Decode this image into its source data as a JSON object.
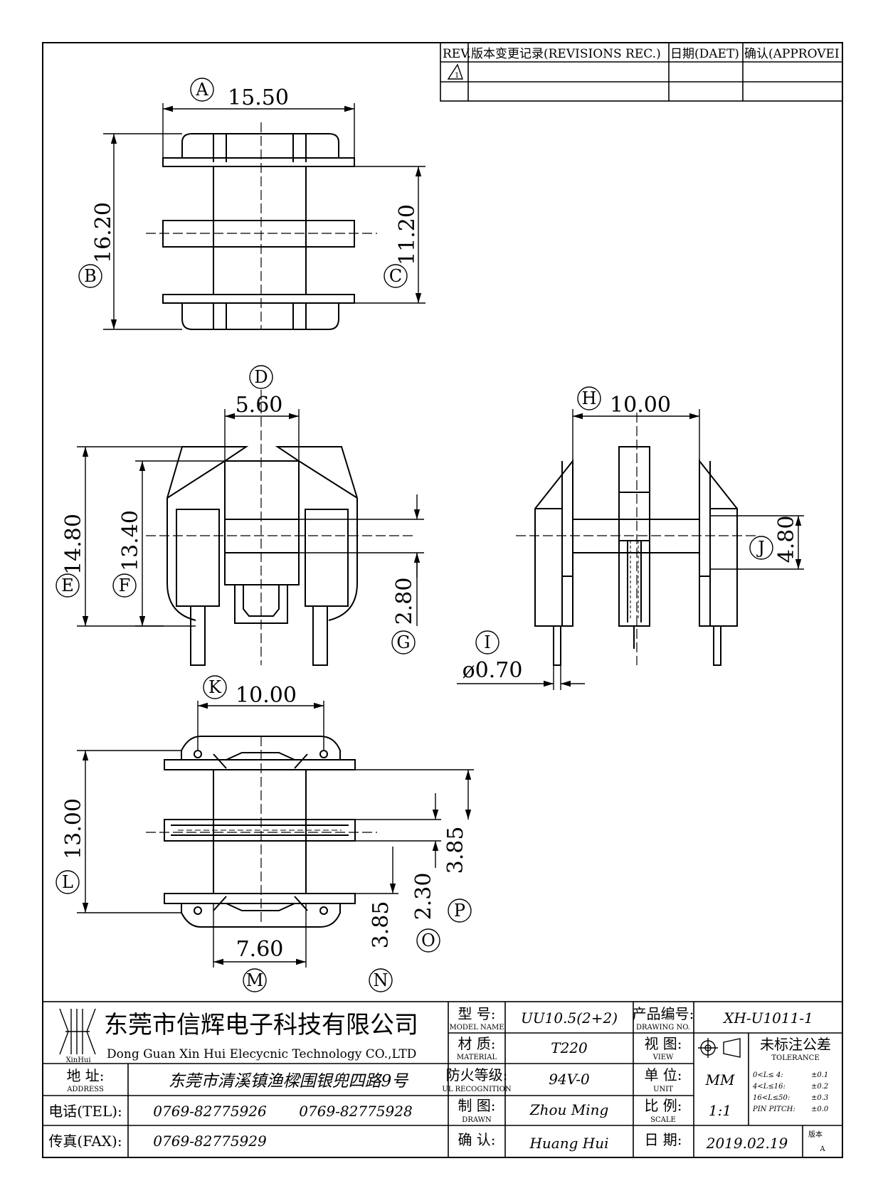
{
  "revisions": {
    "headers": [
      "REV.",
      "版本变更记录(REVISIONS REC.)",
      "日期(DAET)",
      "确认(APPROVEI"
    ],
    "rows": [
      {
        "rev": "1",
        "record": "",
        "date": "",
        "approve": ""
      }
    ]
  },
  "dimensions": {
    "A": {
      "letter": "A",
      "value": "15.50"
    },
    "B": {
      "letter": "B",
      "value": "16.20"
    },
    "C": {
      "letter": "C",
      "value": "11.20"
    },
    "D": {
      "letter": "D",
      "value": "5.60"
    },
    "E": {
      "letter": "E",
      "value": "14.80"
    },
    "F": {
      "letter": "F",
      "value": "13.40"
    },
    "G": {
      "letter": "G",
      "value": "2.80"
    },
    "H": {
      "letter": "H",
      "value": "10.00"
    },
    "I": {
      "letter": "I",
      "value": "ø0.70"
    },
    "J": {
      "letter": "J",
      "value": "4.80"
    },
    "K": {
      "letter": "K",
      "value": "10.00"
    },
    "L": {
      "letter": "L",
      "value": "13.00"
    },
    "M": {
      "letter": "M",
      "value": "7.60"
    },
    "N": {
      "letter": "N",
      "value": "3.85"
    },
    "O": {
      "letter": "O",
      "value": "2.30"
    },
    "P": {
      "letter": "P",
      "value": "3.85"
    }
  },
  "title_block": {
    "logo_text": "XinHui",
    "company_cn": "东莞市信辉电子科技有限公司",
    "company_en": "Dong Guan Xin Hui Elecycnic Technology CO.,LTD",
    "address_label": "地 址:",
    "address_label_en": "ADDRESS",
    "address": "东莞市清溪镇渔樑围银兜四路9号",
    "tel_label": "电话(TEL):",
    "tel1": "0769-82775926",
    "tel2": "0769-82775928",
    "fax_label": "传真(FAX):",
    "fax": "0769-82775929",
    "model_label": "型 号:",
    "model_label_en": "MODEL NAME",
    "model": "UU10.5(2+2)",
    "material_label": "材 质:",
    "material_label_en": "MATERIAL",
    "material": "T220",
    "ul_label": "防火等级:",
    "ul_label_en": "UL RECOGNITION",
    "ul": "94V-0",
    "drawn_label": "制 图:",
    "drawn_label_en": "DRAWN",
    "drawn": "Zhou Ming",
    "check_label": "确 认:",
    "check": "Huang Hui",
    "drawing_no_label": "产品编号:",
    "drawing_no_label_en": "DRAWING NO.",
    "drawing_no": "XH-U1011-1",
    "view_label": "视 图:",
    "view_label_en": "VIEW",
    "unit_label": "单 位:",
    "unit_label_en": "UNIT",
    "unit": "MM",
    "scale_label": "比 例:",
    "scale_label_en": "SCALE",
    "scale": "1:1",
    "date_label": "日 期:",
    "date": "2019.02.19",
    "version_label": "版本",
    "version": "A",
    "tolerance_title": "未标注公差",
    "tolerance_title_en": "TOLERANCE",
    "tolerances": [
      {
        "range": "0<L≤ 4:",
        "value": "±0.1"
      },
      {
        "range": "4<L≤16:",
        "value": "±0.2"
      },
      {
        "range": "16<L≤50:",
        "value": "±0.3"
      },
      {
        "range": "PIN PITCH:",
        "value": "±0.0"
      }
    ]
  }
}
